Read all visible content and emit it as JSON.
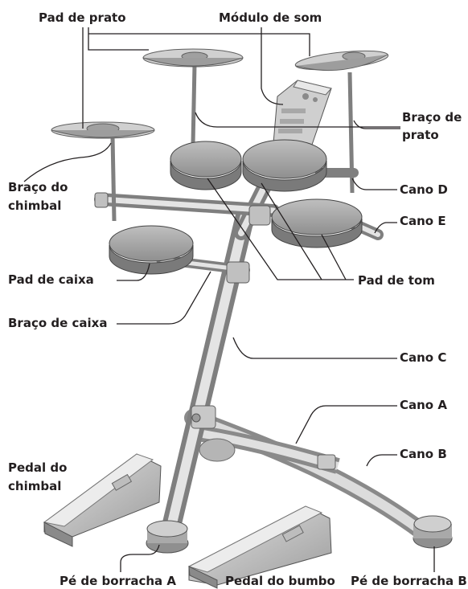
{
  "labels": {
    "pad_de_prato": "Pad de prato",
    "modulo_de_som": "Módulo de som",
    "braco_de_prato_1": "Braço de",
    "braco_de_prato_2": "prato",
    "cano_d": "Cano D",
    "cano_e": "Cano E",
    "braco_do_chimbal_1": "Braço do",
    "braco_do_chimbal_2": "chimbal",
    "pad_de_caixa": "Pad de caixa",
    "pad_de_tom": "Pad de tom",
    "braco_de_caixa": "Braço de caixa",
    "cano_c": "Cano C",
    "cano_a": "Cano A",
    "cano_b": "Cano B",
    "pedal_do_chimbal_1": "Pedal do",
    "pedal_do_chimbal_2": "chimbal",
    "pe_de_borracha_a": "Pé de borracha A",
    "pedal_do_bumbo": "Pedal do bumbo",
    "pe_de_borracha_b": "Pé de borracha B"
  },
  "colors": {
    "part_fill": "#d9d9d9",
    "part_dark": "#a6a6a6",
    "part_stroke": "#6b6b6b",
    "leader": "#231f20",
    "text": "#231f20"
  }
}
